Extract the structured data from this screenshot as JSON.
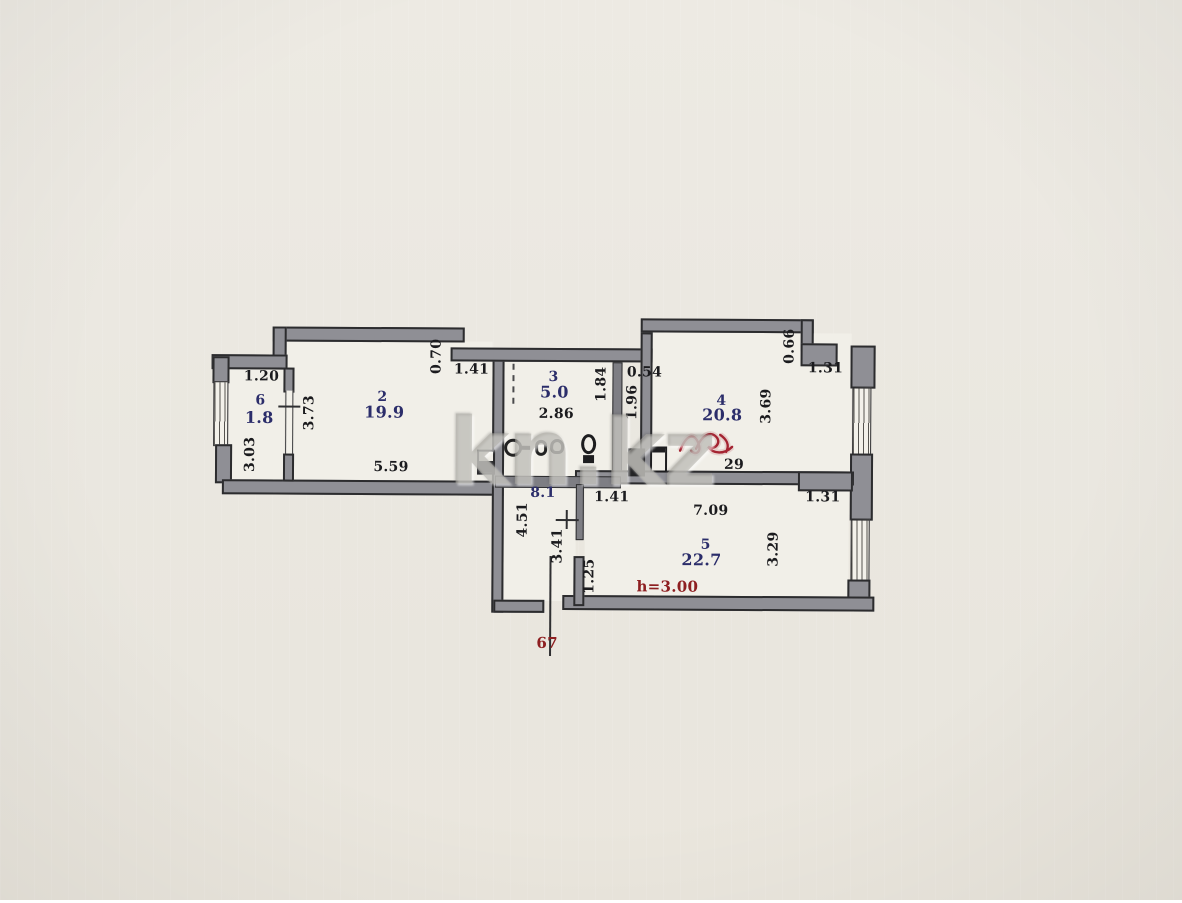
{
  "watermark": {
    "text": "kn.kz"
  },
  "rooms": {
    "corridor": {
      "area": "8.1"
    },
    "room2": {
      "number": "2",
      "area": "19.9"
    },
    "room3": {
      "number": "3",
      "area": "5.0"
    },
    "room4": {
      "number": "4",
      "area": "20.8"
    },
    "room5": {
      "number": "5",
      "area": "22.7"
    },
    "room6": {
      "number": "6",
      "area": "1.8"
    }
  },
  "dimensions": {
    "room6_width": "1.20",
    "room6_depth": "3.03",
    "room2_left_wall": "3.73",
    "room2_top_offset": "0.70",
    "room2_top_niche": "1.41",
    "room2_width": "5.59",
    "room3_width": "2.86",
    "room3_depth": "1.84",
    "shaft_width": "0.54",
    "shaft_depth": "1.96",
    "room4_depth": "3.69",
    "room4_top_offset": "0.66",
    "room4_top_right": "1.31",
    "room4_bottom_partial": "29",
    "room5_top_right": "1.31",
    "room5_width": "7.09",
    "room5_depth": "3.29",
    "corridor_left": "4.51",
    "corridor_mid": "3.41",
    "corridor_right": "1.25",
    "corridor_width": "1.41"
  },
  "annotations": {
    "ceiling_height": "h=3.00",
    "entrance_mark": "67"
  },
  "colors": {
    "room_label": "#2b2d6a",
    "dimension_text": "#1b1b1e",
    "annotation_red": "#8e1f21",
    "wall_fill": "#8f8f95",
    "wall_outline": "#2c2c2e",
    "paper": "#ebe8e1"
  }
}
